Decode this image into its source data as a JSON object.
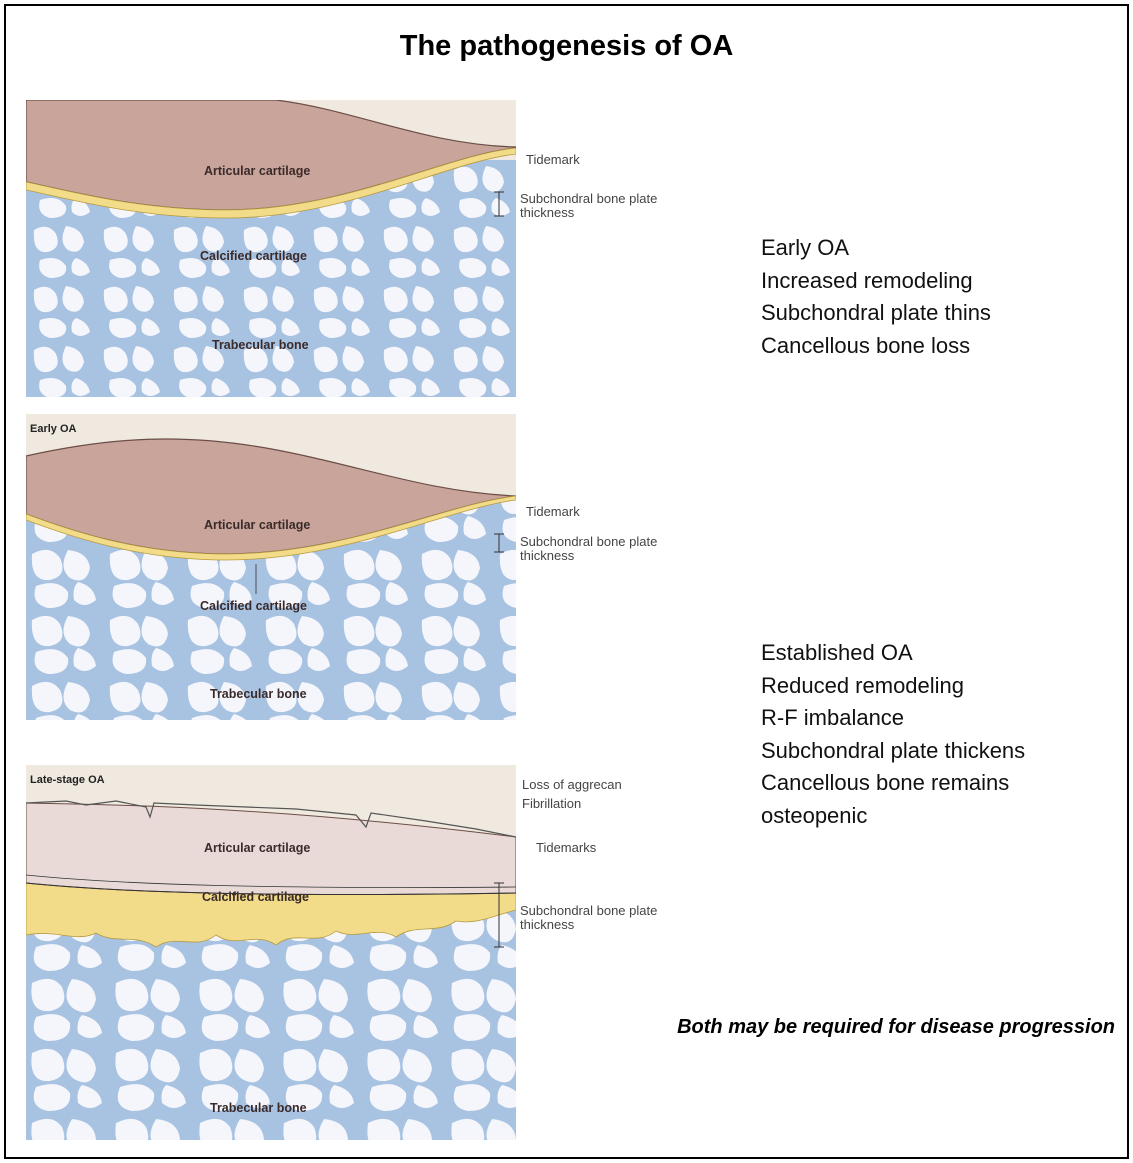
{
  "title": "The pathogenesis of OA",
  "panels": [
    {
      "stage_label": "",
      "labels": {
        "articular": "Articular cartilage",
        "calcified": "Calcified cartilage",
        "trabecular": "Trabecular bone"
      },
      "annotations": {
        "tidemark": "Tidemark",
        "plate": "Subchondral bone plate\nthickness"
      }
    },
    {
      "stage_label": "Early OA",
      "labels": {
        "articular": "Articular cartilage",
        "calcified": "Calcified cartilage",
        "trabecular": "Trabecular bone"
      },
      "annotations": {
        "tidemark": "Tidemark",
        "plate": "Subchondral bone plate\nthickness"
      }
    },
    {
      "stage_label": "Late-stage OA",
      "labels": {
        "articular": "Articular cartilage",
        "calcified": "Calcified cartilage",
        "trabecular": "Trabecular bone"
      },
      "annotations": {
        "aggrecan": "Loss of aggrecan",
        "fibrillation": "Fibrillation",
        "tidemarks": "Tidemarks",
        "plate": "Subchondral bone plate\nthickness"
      }
    }
  ],
  "early_text": [
    "Early OA",
    "Increased remodeling",
    "Subchondral plate thins",
    "Cancellous bone loss"
  ],
  "established_text": [
    "Established OA",
    "Reduced remodeling",
    "R-F imbalance",
    "Subchondral plate thickens",
    "Cancellous bone remains",
    "osteopenic"
  ],
  "footnote": "Both may be required for disease progression",
  "colors": {
    "cartilage": "#c9a49b",
    "calcified": "#f2dc8a",
    "bone": "#a8c2e2",
    "marrow": "#f4f6fb",
    "background": "#efe9df"
  }
}
